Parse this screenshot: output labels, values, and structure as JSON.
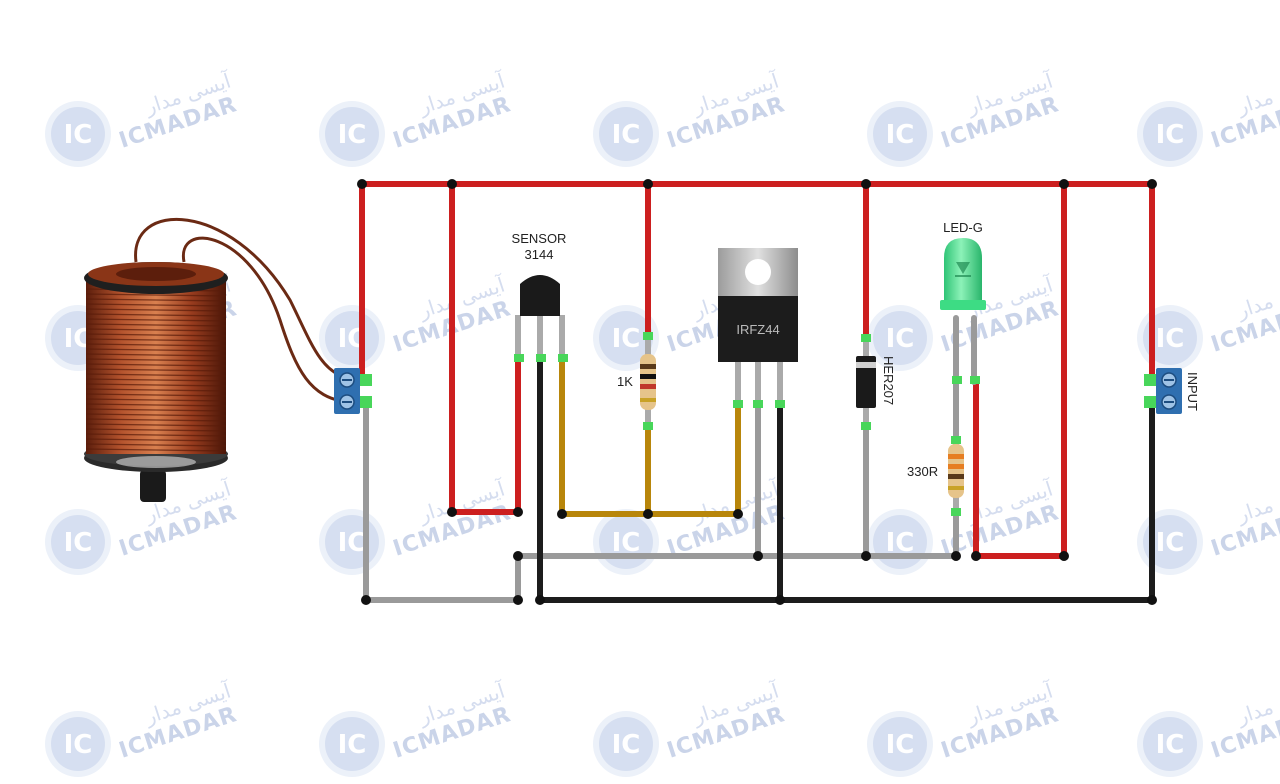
{
  "labels": {
    "sensor_line1": "SENSOR",
    "sensor_line2": "3144",
    "resistor_1k": "1K",
    "mosfet": "IRFZ44",
    "diode": "HER207",
    "led": "LED-G",
    "resistor_330": "330R",
    "input": "INPUT"
  },
  "watermark": {
    "badge": "IC",
    "latin": "ICMADAR",
    "persian": "آیسی مدار"
  },
  "colors": {
    "wire_red": "#cc1f1f",
    "wire_black": "#1c1c1c",
    "wire_gray": "#9a9a9a",
    "wire_gold": "#b8860b",
    "terminal_blue": "#2f6fb0",
    "coil_copper": "#9a3d1f",
    "led_green": "#3ddc84",
    "watermark": "#b9c6e2"
  }
}
